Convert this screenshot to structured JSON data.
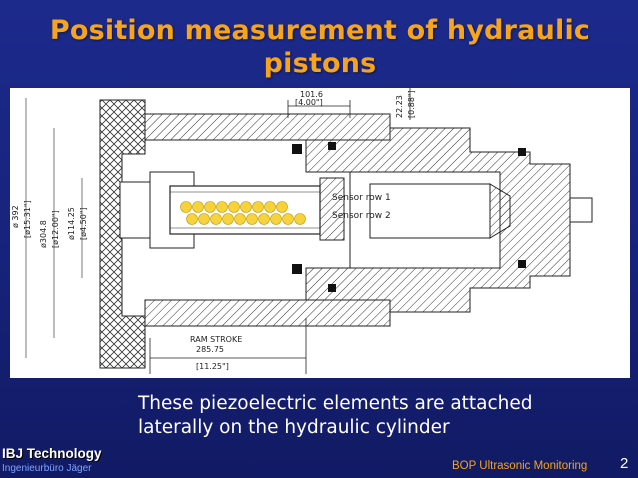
{
  "slide": {
    "title_lines": [
      "Position measurement of hydraulic",
      "pistons"
    ],
    "caption_lines": [
      "These piezoelectric elements are attached",
      "laterally on the hydraulic cylinder"
    ],
    "page_number": "2"
  },
  "footer": {
    "company": "IBJ Technology",
    "subtitle": "Ingenieurbüro Jäger",
    "presentation_title": "BOP Ultrasonic Monitoring"
  },
  "drawing": {
    "sensor_row_1": "Sensor row 1",
    "sensor_row_2": "Sensor row 2",
    "dim_top": "101.6",
    "dim_top_in": "[4.00\"]",
    "dim_right_top": "22.23",
    "dim_right_top_in": "[0.88\"]",
    "dim_left_1": "ø 392",
    "dim_left_1_in": "[ø15.31\"]",
    "dim_left_2": "ø304.8",
    "dim_left_2_in": "[ø12.00\"]",
    "dim_left_3": "ø114.25",
    "dim_left_3_in": "[ø4.50\"]",
    "ram_stroke_label": "RAM STROKE",
    "ram_stroke_value": "285.75",
    "ram_stroke_in": "[11.25\"]"
  },
  "sensors": {
    "row_1_count": 9,
    "row_2_count": 10,
    "color": "#f7d23a"
  },
  "colors": {
    "title": "#f5a41c",
    "background": "#1c2a8c",
    "footer_title": "#f5a41c"
  }
}
